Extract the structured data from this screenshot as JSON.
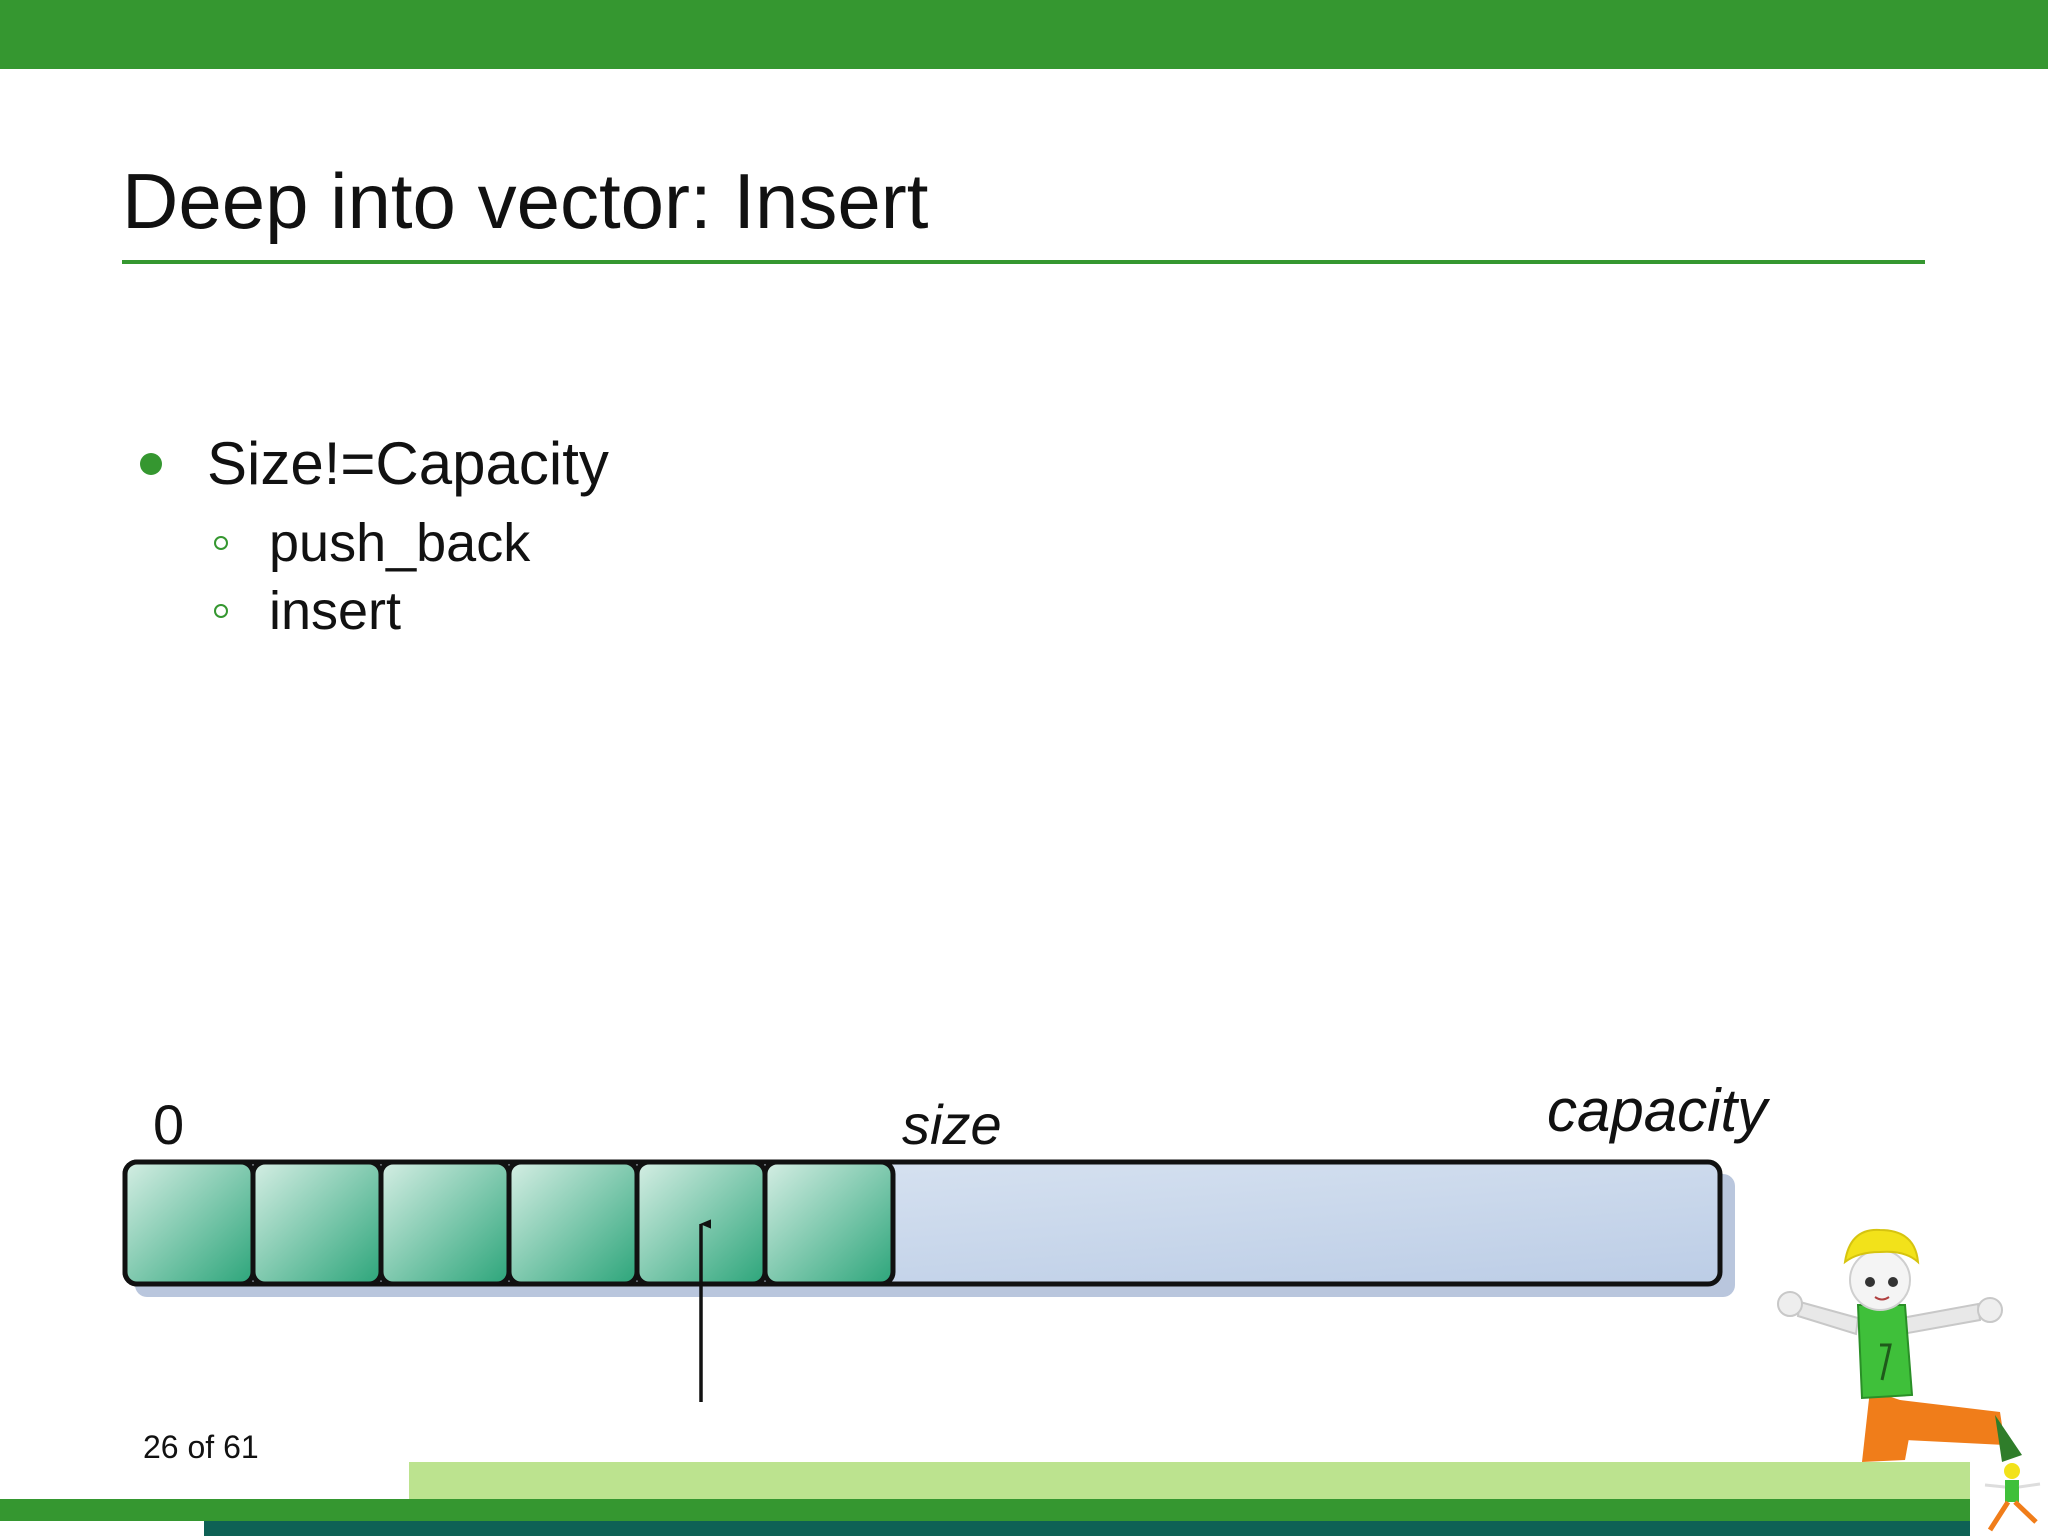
{
  "slide": {
    "title": "Deep into vector: Insert",
    "page_number": "26 of 61"
  },
  "bullets": {
    "main": "Size!=Capacity",
    "sub": [
      "push_back",
      "insert"
    ]
  },
  "diagram": {
    "label_start": "0",
    "label_size": "size",
    "label_capacity": "capacity",
    "filled_cells": 6,
    "insert_arrow_cell": 5
  },
  "colors": {
    "accent_green": "#359730",
    "light_green": "#bce38f",
    "dark_teal": "#0e6155",
    "cell_fill_light": "#d5eee4",
    "cell_fill_dark": "#2ca57a",
    "capacity_fill_light": "#dde7f3",
    "capacity_fill_dark": "#bccde6"
  },
  "icons": [
    "cartoon-mascot-icon",
    "small-mascot-icon"
  ]
}
